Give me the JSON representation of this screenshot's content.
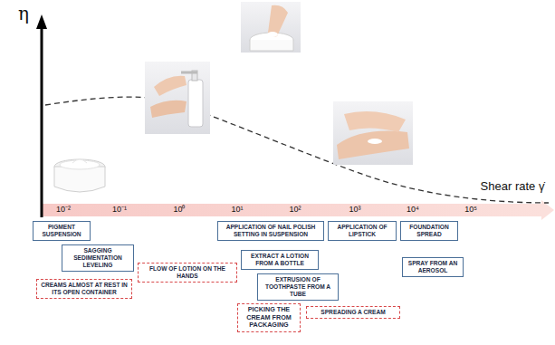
{
  "diagram": {
    "nodes": [
      {
        "text": [
          "PIGMENT SUSPENSION"
        ]
      },
      {
        "text": [
          "SAGGING SEDIMENTATION LEVELING"
        ]
      },
      {
        "text": [
          "FLOW OF LOTION ON THE HANDS"
        ]
      },
      {
        "text": [
          "CREAMS ALMOST AT REST IN ITS OPEN CONTAINER"
        ]
      },
      {
        "text": [
          "APPLICATION OF NAIL POLISH",
          "SETTING IN SUSPENSION"
        ]
      },
      {
        "text": [
          "EXTRACT A LOTION FROM A BOTTLE"
        ]
      },
      {
        "text": [
          "EXTRUSION OF TOOTHPASTE FROM A TUBE"
        ]
      },
      {
        "text": [
          "PICKING THE CREAM FROM PACKAGING"
        ]
      },
      {
        "text": [
          "SPREADING A CREAM"
        ]
      },
      {
        "text": [
          "APPLICATION OF LIPSTICK"
        ]
      },
      {
        "text": [
          "FOUNDATION SPREAD"
        ]
      },
      {
        "text": [
          "SPRAY FROM AN AEROSOL"
        ]
      }
    ],
    "labels": [
      "η",
      "Shear rate γ̇",
      "10⁻²",
      "10⁻¹",
      "10⁰",
      "10¹",
      "10²",
      "10³",
      "10⁴",
      "10⁵"
    ]
  }
}
